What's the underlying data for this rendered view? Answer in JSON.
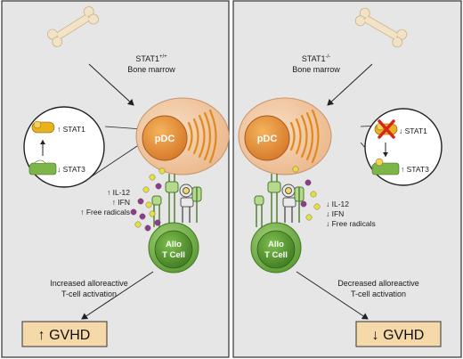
{
  "left": {
    "source_line1": "STAT1",
    "source_sup": "+/+",
    "source_line2": "Bone marrow",
    "cell_label": "pDC",
    "zoom_top": "↑ STAT1",
    "zoom_bottom": "↓ STAT3",
    "cytokines": [
      "↑ IL-12",
      "↑ IFN",
      "↑ Free radicals"
    ],
    "tcell_line1": "Allo",
    "tcell_line2": "T Cell",
    "outcome_line1": "Increased alloreactive",
    "outcome_line2": "T-cell activation",
    "result": "↑ GVHD"
  },
  "right": {
    "source_line1": "STAT1",
    "source_sup": "-/-",
    "source_line2": "Bone marrow",
    "cell_label": "pDC",
    "zoom_top": "↓ STAT1",
    "zoom_bottom": "↑ STAT3",
    "cytokines": [
      "↓ IL-12",
      "↓ IFN",
      "↓ Free radicals"
    ],
    "tcell_line1": "Allo",
    "tcell_line2": "T Cell",
    "outcome_line1": "Decreased alloreactive",
    "outcome_line2": "T-cell activation",
    "result": "↓ GVHD"
  },
  "colors": {
    "panel_bg": "#e6e6e6",
    "pdc_fill": "#f2c9a2",
    "wave": "#e08a1e",
    "tcell": "#6aa842",
    "stat1_pill": "#e8b21e",
    "stat3_pill": "#7db548",
    "cross": "#d9241c",
    "gvhd_box": "#f6d9a8",
    "cytokine_yellow": "#e8df3a",
    "cytokine_purple": "#8e3b8c"
  }
}
